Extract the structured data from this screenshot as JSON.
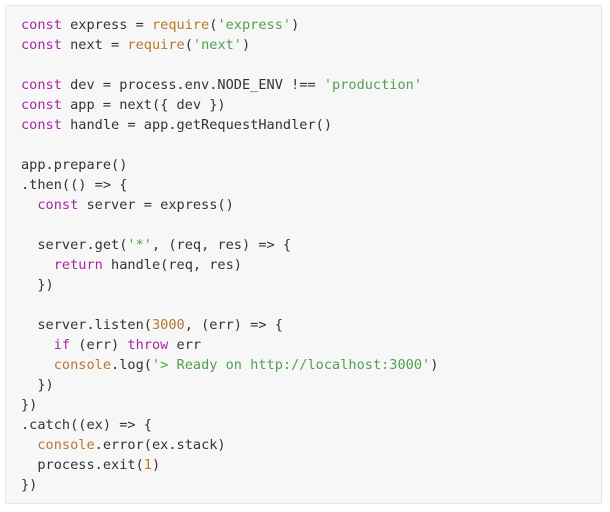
{
  "colors": {
    "keyword": "#a626a4",
    "builtin": "#b7782b",
    "string": "#50a14f",
    "number": "#b7782b",
    "text": "#333333",
    "background": "#f7f7f7"
  },
  "code_lines": [
    [
      [
        "kw",
        "const"
      ],
      [
        "plain",
        " express = "
      ],
      [
        "fn",
        "require"
      ],
      [
        "plain",
        "("
      ],
      [
        "str",
        "'express'"
      ],
      [
        "plain",
        ")"
      ]
    ],
    [
      [
        "kw",
        "const"
      ],
      [
        "plain",
        " next = "
      ],
      [
        "fn",
        "require"
      ],
      [
        "plain",
        "("
      ],
      [
        "str",
        "'next'"
      ],
      [
        "plain",
        ")"
      ]
    ],
    [],
    [
      [
        "kw",
        "const"
      ],
      [
        "plain",
        " dev = process.env.NODE_ENV !== "
      ],
      [
        "str",
        "'production'"
      ]
    ],
    [
      [
        "kw",
        "const"
      ],
      [
        "plain",
        " app = next({ dev })"
      ]
    ],
    [
      [
        "kw",
        "const"
      ],
      [
        "plain",
        " handle = app.getRequestHandler()"
      ]
    ],
    [],
    [
      [
        "plain",
        "app.prepare()"
      ]
    ],
    [
      [
        "plain",
        ".then(() => {"
      ]
    ],
    [
      [
        "plain",
        "  "
      ],
      [
        "kw",
        "const"
      ],
      [
        "plain",
        " server = express()"
      ]
    ],
    [],
    [
      [
        "plain",
        "  server.get("
      ],
      [
        "str",
        "'*'"
      ],
      [
        "plain",
        ", (req, res) => {"
      ]
    ],
    [
      [
        "plain",
        "    "
      ],
      [
        "kw",
        "return"
      ],
      [
        "plain",
        " handle(req, res)"
      ]
    ],
    [
      [
        "plain",
        "  })"
      ]
    ],
    [],
    [
      [
        "plain",
        "  server.listen("
      ],
      [
        "num",
        "3000"
      ],
      [
        "plain",
        ", (err) => {"
      ]
    ],
    [
      [
        "plain",
        "    "
      ],
      [
        "kw",
        "if"
      ],
      [
        "plain",
        " (err) "
      ],
      [
        "kw",
        "throw"
      ],
      [
        "plain",
        " err"
      ]
    ],
    [
      [
        "plain",
        "    "
      ],
      [
        "fn",
        "console"
      ],
      [
        "plain",
        ".log("
      ],
      [
        "str",
        "'> Ready on http://localhost:3000'"
      ],
      [
        "plain",
        ")"
      ]
    ],
    [
      [
        "plain",
        "  })"
      ]
    ],
    [
      [
        "plain",
        "})"
      ]
    ],
    [
      [
        "plain",
        ".catch((ex) => {"
      ]
    ],
    [
      [
        "plain",
        "  "
      ],
      [
        "fn",
        "console"
      ],
      [
        "plain",
        ".error(ex.stack)"
      ]
    ],
    [
      [
        "plain",
        "  process.exit("
      ],
      [
        "num",
        "1"
      ],
      [
        "plain",
        ")"
      ]
    ],
    [
      [
        "plain",
        "})"
      ]
    ]
  ]
}
